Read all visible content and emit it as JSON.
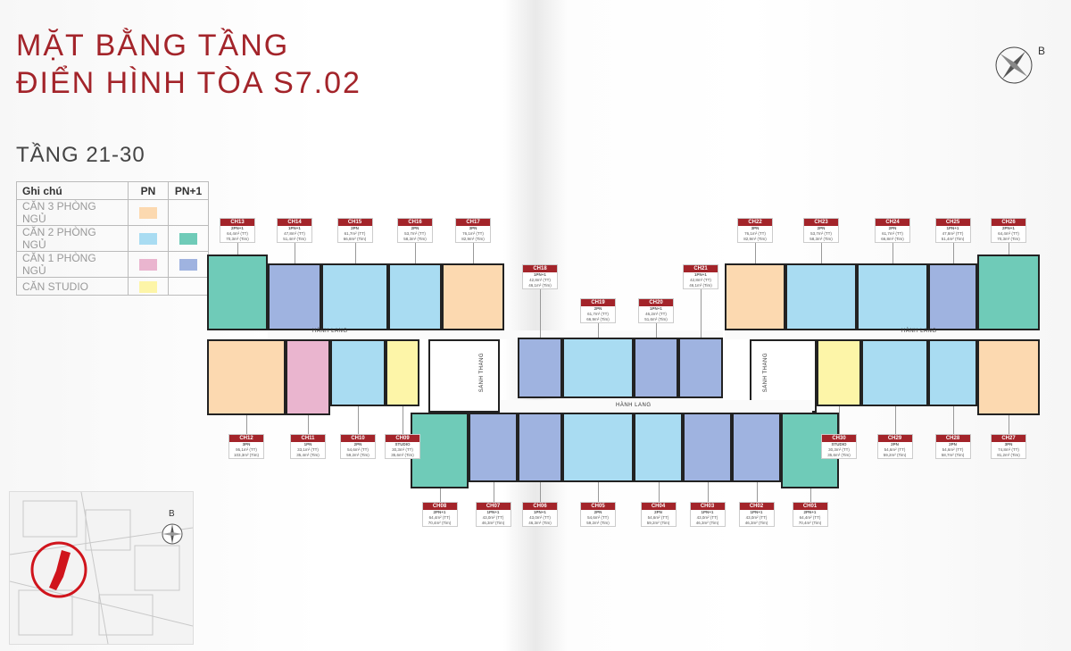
{
  "title_line1": "MẶT BẰNG TẦNG",
  "title_line2": "ĐIỂN HÌNH TÒA S7.02",
  "floors": "TẦNG 21-30",
  "compass_label": "B",
  "keymap_compass_label": "B",
  "legend": {
    "header": "Ghi chú",
    "col_pn": "PN",
    "col_pn1": "PN+1",
    "rows": [
      {
        "label": "CĂN 3 PHÒNG NGỦ",
        "pn": "#fcd9b0",
        "pn1": null
      },
      {
        "label": "CĂN 2 PHÒNG NGỦ",
        "pn": "#a9dcf2",
        "pn1": "#6fcbb8"
      },
      {
        "label": "CĂN 1 PHÒNG NGỦ",
        "pn": "#eab5cf",
        "pn1": "#9fb3e0"
      },
      {
        "label": "CĂN STUDIO",
        "pn": "#fdf5a8",
        "pn1": null
      }
    ]
  },
  "colors": {
    "accent": "#a3242a",
    "3PN": "#fcd9b0",
    "2PN": "#a9dcf2",
    "2PN+1": "#6fcbb8",
    "1PN": "#eab5cf",
    "1PN+1": "#9fb3e0",
    "STUDIO": "#fdf5a8"
  },
  "corridor_labels": {
    "hanh_lang": "HÀNH LANG",
    "sanh_thang": "SẢNH THANG"
  },
  "units": [
    {
      "id": "CH13",
      "type": "2PN+1",
      "tt": "64,4m² (TT)",
      "tim": "70,3m² (Tim)"
    },
    {
      "id": "CH14",
      "type": "1PN+1",
      "tt": "47,8m² (TT)",
      "tim": "51,4m² (Tim)"
    },
    {
      "id": "CH15",
      "type": "2PN",
      "tt": "61,7m² (TT)",
      "tim": "66,8m² (Tim)"
    },
    {
      "id": "CH16",
      "type": "2PN",
      "tt": "53,7m² (TT)",
      "tim": "58,3m² (Tim)"
    },
    {
      "id": "CH17",
      "type": "3PN",
      "tt": "76,1m² (TT)",
      "tim": "82,9m² (Tim)"
    },
    {
      "id": "CH18",
      "type": "1PN+1",
      "tt": "42,8m² (TT)",
      "tim": "46,1m² (Tim)"
    },
    {
      "id": "CH19",
      "type": "2PN",
      "tt": "61,7m² (TT)",
      "tim": "66,9m² (Tim)"
    },
    {
      "id": "CH20",
      "type": "1PN+1",
      "tt": "46,2m² (TT)",
      "tim": "51,6m² (Tim)"
    },
    {
      "id": "CH21",
      "type": "1PN+1",
      "tt": "42,8m² (TT)",
      "tim": "46,1m² (Tim)"
    },
    {
      "id": "CH22",
      "type": "3PN",
      "tt": "76,1m² (TT)",
      "tim": "82,9m² (Tim)"
    },
    {
      "id": "CH23",
      "type": "2PN",
      "tt": "53,7m² (TT)",
      "tim": "58,3m² (Tim)"
    },
    {
      "id": "CH24",
      "type": "2PN",
      "tt": "61,7m² (TT)",
      "tim": "66,8m² (Tim)"
    },
    {
      "id": "CH25",
      "type": "1PN+1",
      "tt": "47,8m² (TT)",
      "tim": "51,4m² (Tim)"
    },
    {
      "id": "CH26",
      "type": "2PN+1",
      "tt": "64,4m² (TT)",
      "tim": "70,3m² (Tim)"
    },
    {
      "id": "CH12",
      "type": "3PN",
      "tt": "95,1m² (TT)",
      "tim": "103,3m² (Tim)"
    },
    {
      "id": "CH11",
      "type": "1PN",
      "tt": "33,1m² (TT)",
      "tim": "35,4m² (Tim)"
    },
    {
      "id": "CH10",
      "type": "2PN",
      "tt": "54,6m² (TT)",
      "tim": "59,2m² (Tim)"
    },
    {
      "id": "CH09",
      "type": "STUDIO",
      "tt": "30,3m² (TT)",
      "tim": "35,6m² (Tim)"
    },
    {
      "id": "CH30",
      "type": "STUDIO",
      "tt": "30,3m² (TT)",
      "tim": "35,6m² (Tim)"
    },
    {
      "id": "CH29",
      "type": "2PN",
      "tt": "54,6m² (TT)",
      "tim": "59,2m² (Tim)"
    },
    {
      "id": "CH28",
      "type": "2PN",
      "tt": "54,6m² (TT)",
      "tim": "58,7m² (Tim)"
    },
    {
      "id": "CH27",
      "type": "3PN",
      "tt": "74,8m² (TT)",
      "tim": "81,2m² (Tim)"
    },
    {
      "id": "CH08",
      "type": "2PN+1",
      "tt": "64,4m² (TT)",
      "tim": "70,4m² (Tim)"
    },
    {
      "id": "CH07",
      "type": "1PN+1",
      "tt": "43,0m² (TT)",
      "tim": "46,3m² (Tim)"
    },
    {
      "id": "CH06",
      "type": "1PN+1",
      "tt": "43,0m² (TT)",
      "tim": "46,3m² (Tim)"
    },
    {
      "id": "CH05",
      "type": "2PN",
      "tt": "54,6m² (TT)",
      "tim": "59,2m² (Tim)"
    },
    {
      "id": "CH04",
      "type": "2PN",
      "tt": "54,6m² (TT)",
      "tim": "59,2m² (Tim)"
    },
    {
      "id": "CH03",
      "type": "1PN+1",
      "tt": "43,0m² (TT)",
      "tim": "46,3m² (Tim)"
    },
    {
      "id": "CH02",
      "type": "1PN+1",
      "tt": "43,0m² (TT)",
      "tim": "46,3m² (Tim)"
    },
    {
      "id": "CH01",
      "type": "2PN+1",
      "tt": "64,4m² (TT)",
      "tim": "70,4m² (Tim)"
    }
  ]
}
